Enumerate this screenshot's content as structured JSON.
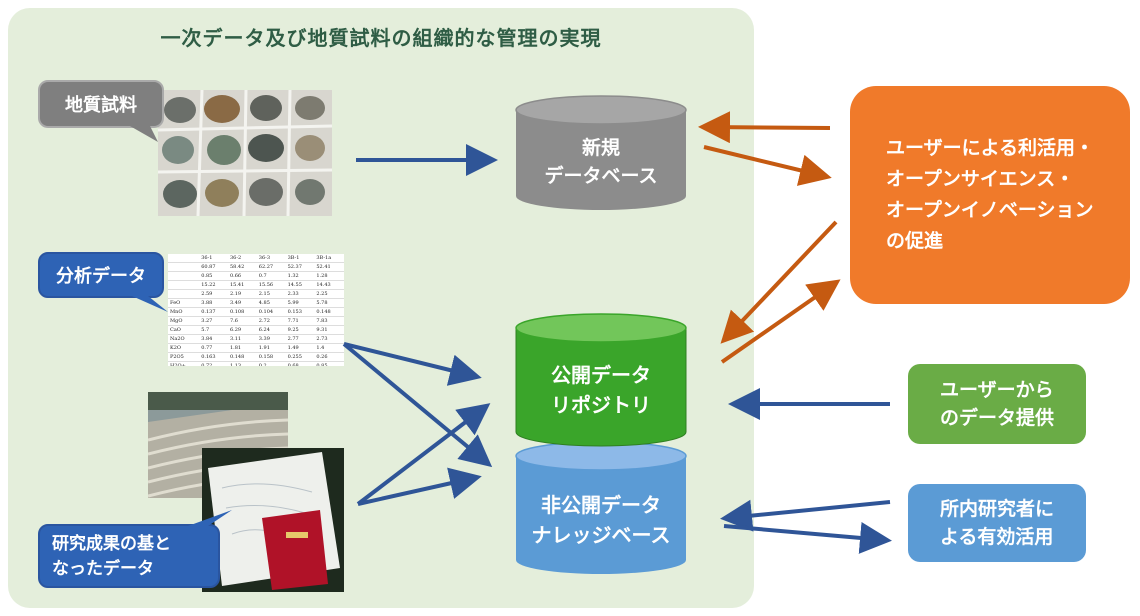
{
  "title": "一次データ及び地質試料の組織的な管理の実現",
  "sources": {
    "geo_samples": "地質試料",
    "analysis_data": "分析データ",
    "research_data_line1": "研究成果の基と",
    "research_data_line2": "なったデータ"
  },
  "databases": {
    "new_db_line1": "新規",
    "new_db_line2": "データベース",
    "public_repo_line1": "公開データ",
    "public_repo_line2": "リポジトリ",
    "private_kb_line1": "非公開データ",
    "private_kb_line2": "ナレッジベース"
  },
  "outcomes": {
    "promotion_line1": "ユーザーによる利活用・",
    "promotion_line2": "オープンサイエンス・",
    "promotion_line3": "オープンイノベーション",
    "promotion_line4": "の促進",
    "user_provide_line1": "ユーザーから",
    "user_provide_line2": "のデータ提供",
    "internal_use_line1": "所内研究者に",
    "internal_use_line2": "よる有効活用"
  },
  "colors": {
    "panel": "#e4eedb",
    "blue_arrow": "#2f5597",
    "orange_arrow": "#c55a11",
    "gray_db": "#8c8c8c",
    "green_db": "#3aa52a",
    "blue_db": "#5b9bd5",
    "orange_box": "#f07a2a",
    "green_box": "#6aac46",
    "blue_box": "#5b9bd5"
  }
}
